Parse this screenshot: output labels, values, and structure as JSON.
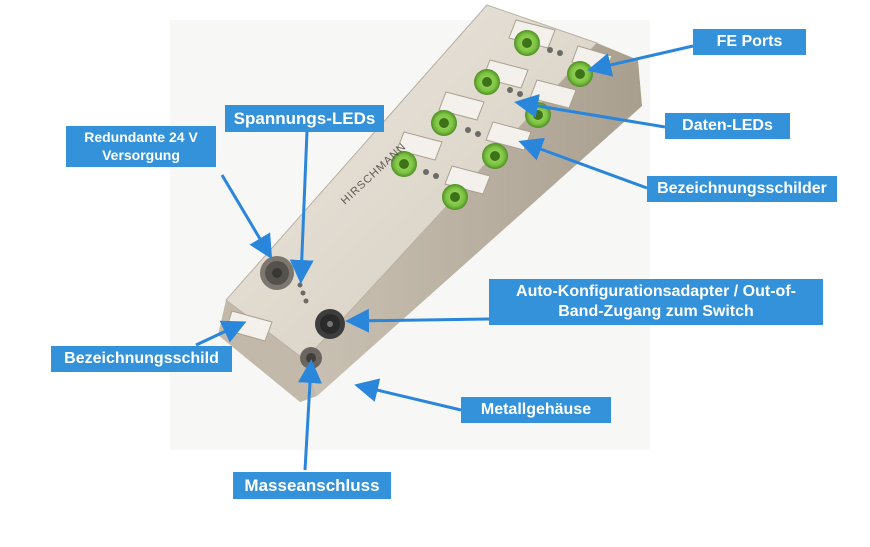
{
  "device": {
    "brand_text": "HIRSCHMANN",
    "colors": {
      "housing": "#d9d2c6",
      "housing_shade": "#b7ae9f",
      "port_green": "#7cc243",
      "callout_blue": "#3392d9",
      "arrow_blue": "#2a86db"
    }
  },
  "callouts": {
    "fe_ports": "FE Ports",
    "daten_leds": "Daten-LEDs",
    "bezeichnungsschilder": "Bezeichnungsschilder",
    "auto_konfig_line1": "Auto-Konfigurationsadapter / Out-of-",
    "auto_konfig_line2": "Band-Zugang zum Switch",
    "metallgehaeuse": "Metallgehäuse",
    "masseanschluss": "Masseanschluss",
    "bezeichnungsschild": "Bezeichnungsschild",
    "redundante_line1": "Redundante 24 V",
    "redundante_line2": "Versorgung",
    "spannungs_leds": "Spannungs-LEDs"
  }
}
